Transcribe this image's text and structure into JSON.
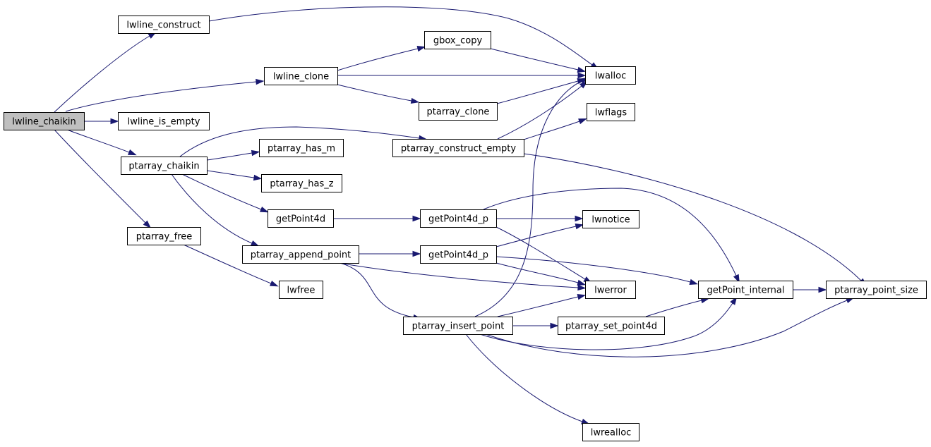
{
  "graph": {
    "type": "call-graph",
    "root": "lwline_chaikin",
    "edge_color": "#191970",
    "root_fill": "#bfbfbf",
    "nodes": [
      {
        "id": "lwline_chaikin",
        "label": "lwline_chaikin"
      },
      {
        "id": "lwline_construct",
        "label": "lwline_construct"
      },
      {
        "id": "lwline_is_empty",
        "label": "lwline_is_empty"
      },
      {
        "id": "lwline_clone",
        "label": "lwline_clone"
      },
      {
        "id": "ptarray_chaikin",
        "label": "ptarray_chaikin"
      },
      {
        "id": "ptarray_free",
        "label": "ptarray_free"
      },
      {
        "id": "gbox_copy",
        "label": "gbox_copy"
      },
      {
        "id": "ptarray_clone",
        "label": "ptarray_clone"
      },
      {
        "id": "ptarray_construct_empty",
        "label": "ptarray_construct_empty"
      },
      {
        "id": "ptarray_has_m",
        "label": "ptarray_has_m"
      },
      {
        "id": "ptarray_has_z",
        "label": "ptarray_has_z"
      },
      {
        "id": "getPoint4d",
        "label": "getPoint4d"
      },
      {
        "id": "ptarray_append_point",
        "label": "ptarray_append_point"
      },
      {
        "id": "lwfree",
        "label": "lwfree"
      },
      {
        "id": "getPoint4d_p_a",
        "label": "getPoint4d_p"
      },
      {
        "id": "getPoint4d_p_b",
        "label": "getPoint4d_p"
      },
      {
        "id": "ptarray_insert_point",
        "label": "ptarray_insert_point"
      },
      {
        "id": "lwalloc",
        "label": "lwalloc"
      },
      {
        "id": "lwflags",
        "label": "lwflags"
      },
      {
        "id": "lwnotice",
        "label": "lwnotice"
      },
      {
        "id": "lwerror",
        "label": "lwerror"
      },
      {
        "id": "ptarray_set_point4d",
        "label": "ptarray_set_point4d"
      },
      {
        "id": "lwrealloc",
        "label": "lwrealloc"
      },
      {
        "id": "getPoint_internal",
        "label": "getPoint_internal"
      },
      {
        "id": "ptarray_point_size",
        "label": "ptarray_point_size"
      }
    ],
    "edges": [
      {
        "from": "lwline_chaikin",
        "to": "lwline_construct"
      },
      {
        "from": "lwline_chaikin",
        "to": "lwline_clone"
      },
      {
        "from": "lwline_chaikin",
        "to": "lwline_is_empty"
      },
      {
        "from": "lwline_chaikin",
        "to": "ptarray_chaikin"
      },
      {
        "from": "lwline_chaikin",
        "to": "ptarray_free"
      },
      {
        "from": "lwline_construct",
        "to": "lwalloc"
      },
      {
        "from": "lwline_clone",
        "to": "gbox_copy"
      },
      {
        "from": "lwline_clone",
        "to": "lwalloc"
      },
      {
        "from": "lwline_clone",
        "to": "ptarray_clone"
      },
      {
        "from": "gbox_copy",
        "to": "lwalloc"
      },
      {
        "from": "ptarray_clone",
        "to": "lwalloc"
      },
      {
        "from": "ptarray_chaikin",
        "to": "ptarray_construct_empty"
      },
      {
        "from": "ptarray_chaikin",
        "to": "ptarray_has_m"
      },
      {
        "from": "ptarray_chaikin",
        "to": "ptarray_has_z"
      },
      {
        "from": "ptarray_chaikin",
        "to": "getPoint4d"
      },
      {
        "from": "ptarray_chaikin",
        "to": "ptarray_append_point"
      },
      {
        "from": "ptarray_construct_empty",
        "to": "lwalloc"
      },
      {
        "from": "ptarray_construct_empty",
        "to": "lwflags"
      },
      {
        "from": "ptarray_construct_empty",
        "to": "ptarray_point_size"
      },
      {
        "from": "ptarray_free",
        "to": "lwfree"
      },
      {
        "from": "getPoint4d",
        "to": "getPoint4d_p_a"
      },
      {
        "from": "getPoint4d_p_a",
        "to": "lwnotice"
      },
      {
        "from": "getPoint4d_p_a",
        "to": "lwerror"
      },
      {
        "from": "getPoint4d_p_a",
        "to": "getPoint_internal"
      },
      {
        "from": "ptarray_append_point",
        "to": "getPoint4d_p_b"
      },
      {
        "from": "ptarray_append_point",
        "to": "lwerror"
      },
      {
        "from": "ptarray_append_point",
        "to": "ptarray_insert_point"
      },
      {
        "from": "getPoint4d_p_b",
        "to": "lwnotice"
      },
      {
        "from": "getPoint4d_p_b",
        "to": "lwerror"
      },
      {
        "from": "getPoint4d_p_b",
        "to": "getPoint_internal"
      },
      {
        "from": "ptarray_insert_point",
        "to": "lwalloc"
      },
      {
        "from": "ptarray_insert_point",
        "to": "lwerror"
      },
      {
        "from": "ptarray_insert_point",
        "to": "ptarray_set_point4d"
      },
      {
        "from": "ptarray_insert_point",
        "to": "getPoint_internal"
      },
      {
        "from": "ptarray_insert_point",
        "to": "ptarray_point_size"
      },
      {
        "from": "ptarray_insert_point",
        "to": "lwrealloc"
      },
      {
        "from": "ptarray_set_point4d",
        "to": "getPoint_internal"
      },
      {
        "from": "getPoint_internal",
        "to": "ptarray_point_size"
      }
    ]
  }
}
